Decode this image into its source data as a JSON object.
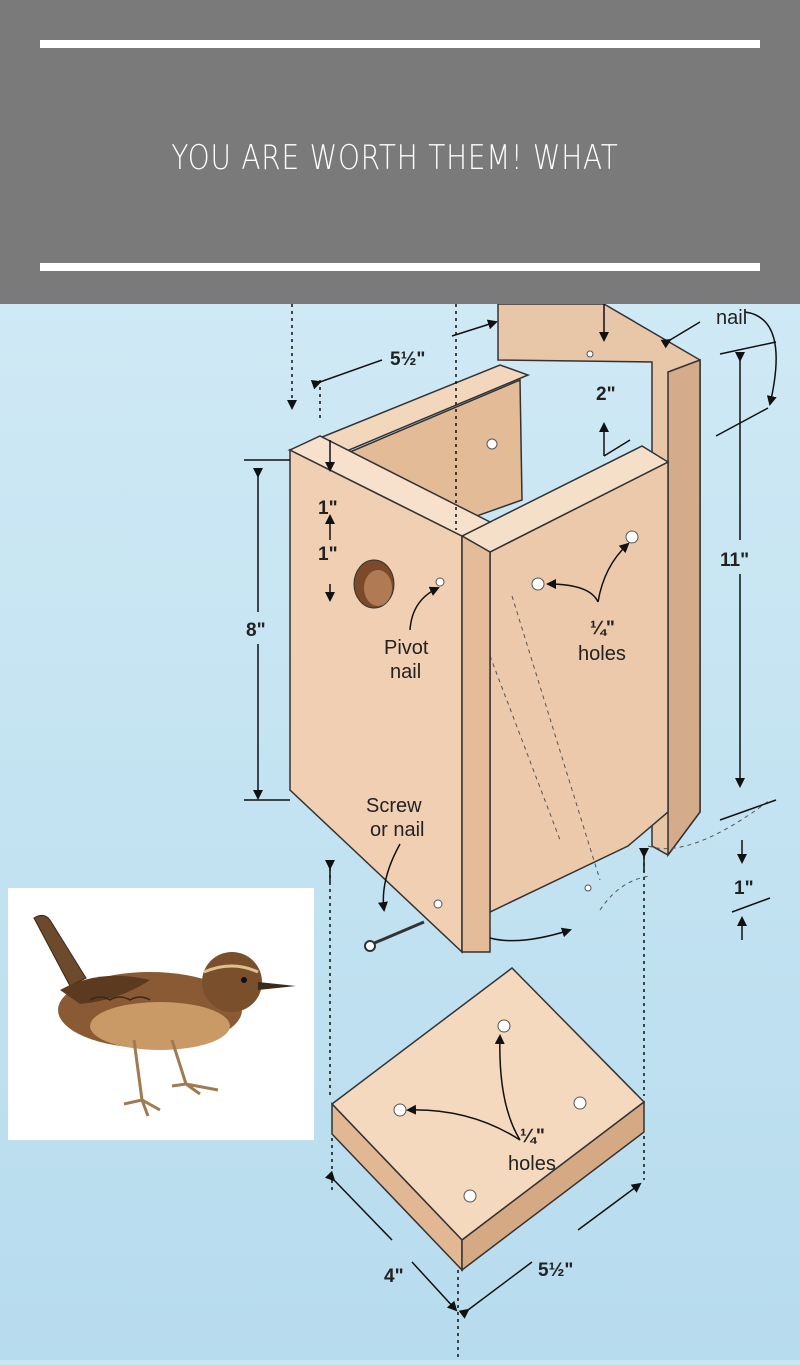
{
  "banner": {
    "caption": "YOU ARE WORTH THEM! WHAT"
  },
  "diagram": {
    "labels": {
      "nail_top": "nail",
      "width_top": "5½\"",
      "gap_2": "2\"",
      "front_1a": "1\"",
      "front_1b": "1\"",
      "height_8": "8\"",
      "height_11": "11\"",
      "pivot_line1": "Pivot",
      "pivot_line2": "nail",
      "holes_side_size": "¼\"",
      "holes_side_word": "holes",
      "screw_line1": "Screw",
      "screw_line2": "or nail",
      "bottom_1": "1\"",
      "floor_holes_size": "¼\"",
      "floor_holes_word": "holes",
      "floor_4": "4\"",
      "floor_width": "5½\""
    }
  }
}
